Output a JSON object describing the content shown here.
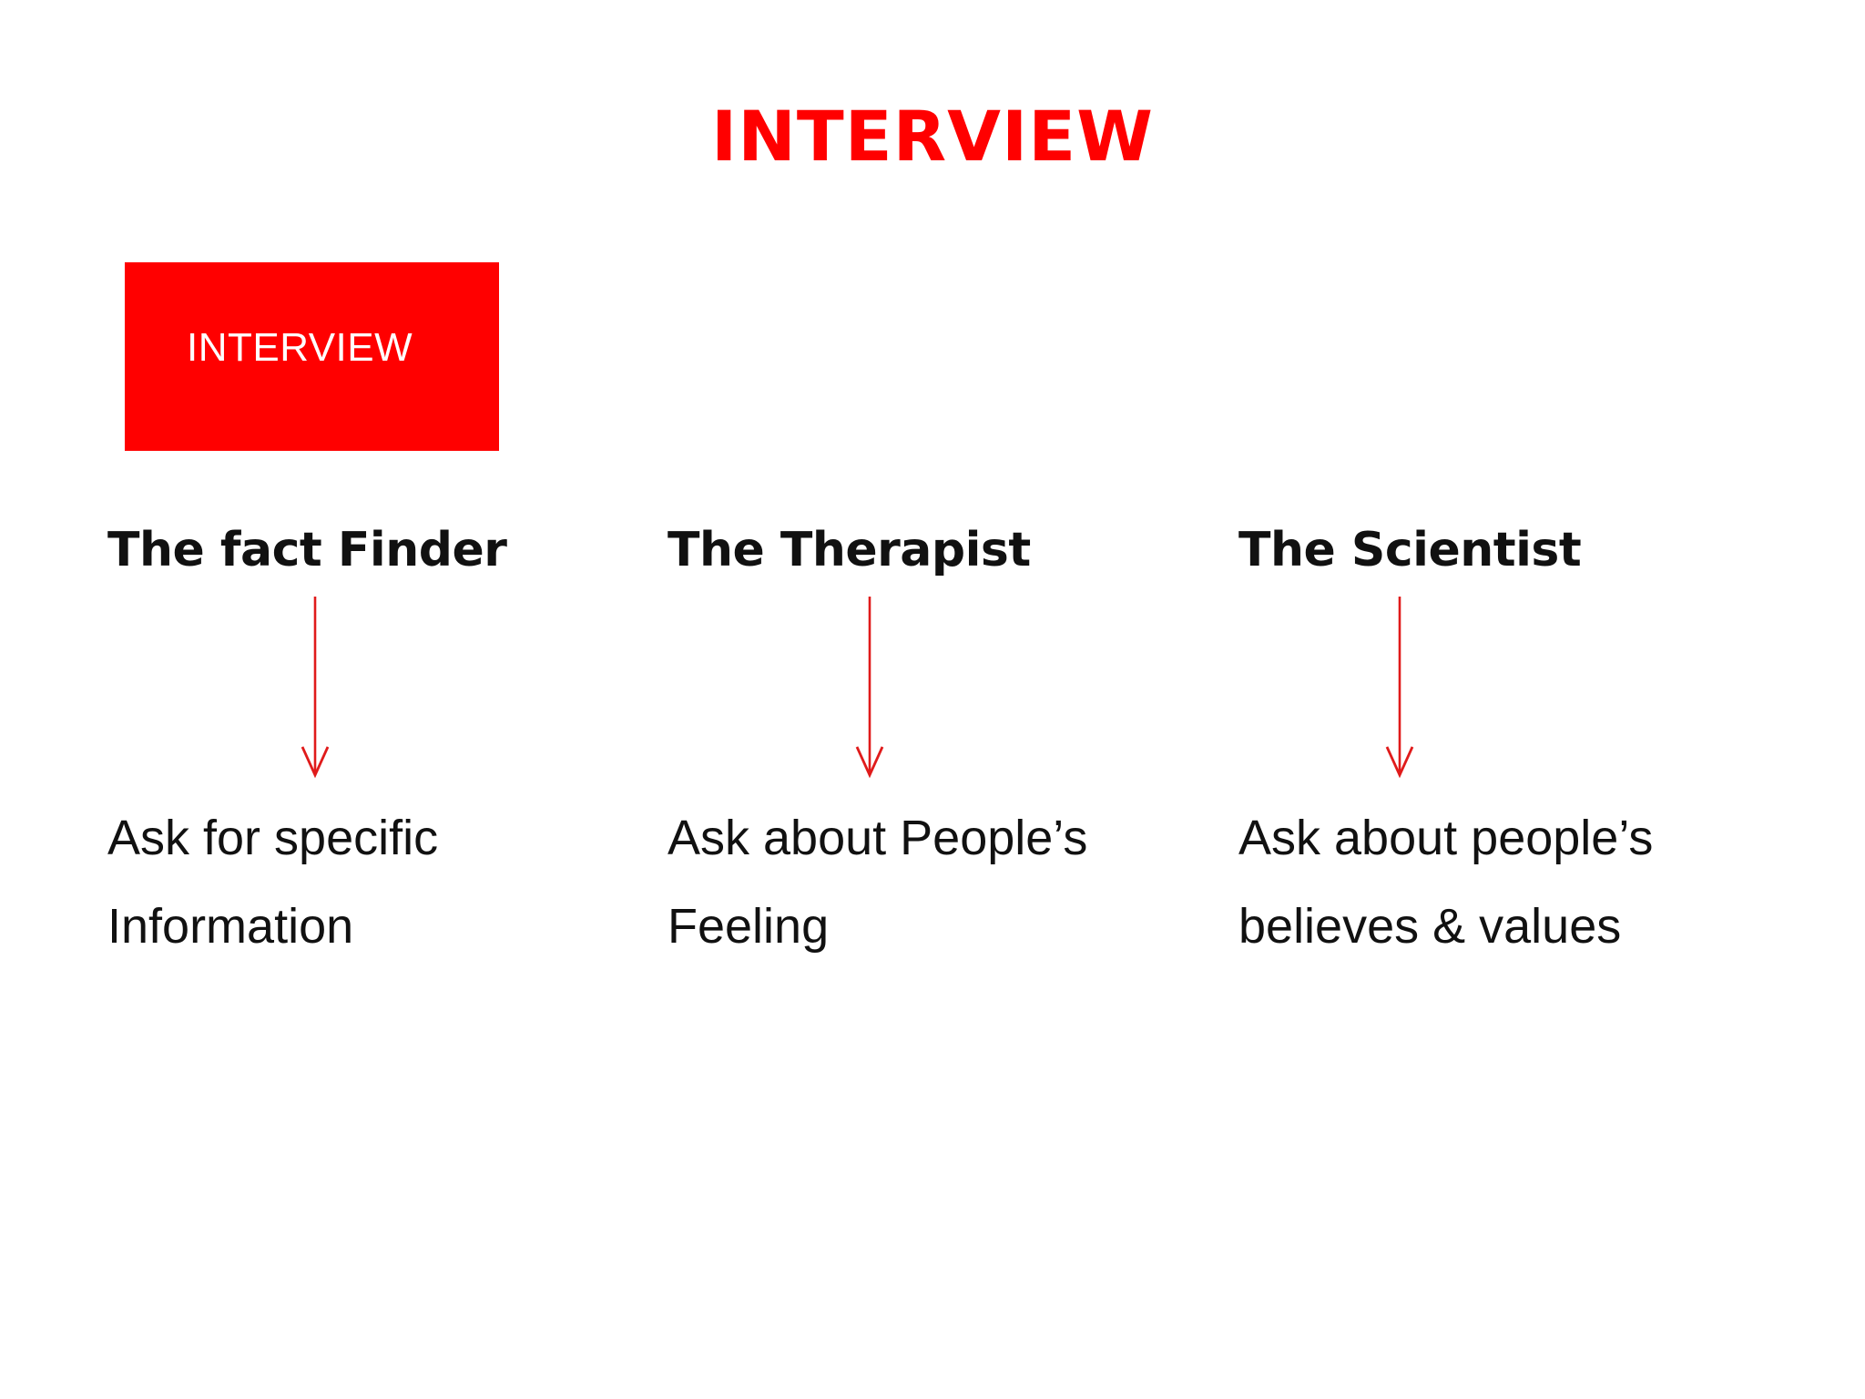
{
  "slide": {
    "title": "INTERVIEW",
    "background_color": "#ffffff",
    "accent_color": "#FF0000",
    "text_color": "#111111"
  },
  "badge": {
    "label": "INTERVIEW",
    "fill_color": "#FF0000",
    "text_color": "#ffffff"
  },
  "columns": [
    {
      "heading": "The fact Finder",
      "arrow_icon": "down-arrow-icon",
      "body_line_1": "Ask for specific",
      "body_line_2": "Information"
    },
    {
      "heading": "The Therapist",
      "arrow_icon": "down-arrow-icon",
      "body_line_1": "Ask about People’s",
      "body_line_2": "Feeling"
    },
    {
      "heading": "The Scientist",
      "arrow_icon": "down-arrow-icon",
      "body_line_1": "Ask about people’s",
      "body_line_2": "believes & values"
    }
  ]
}
